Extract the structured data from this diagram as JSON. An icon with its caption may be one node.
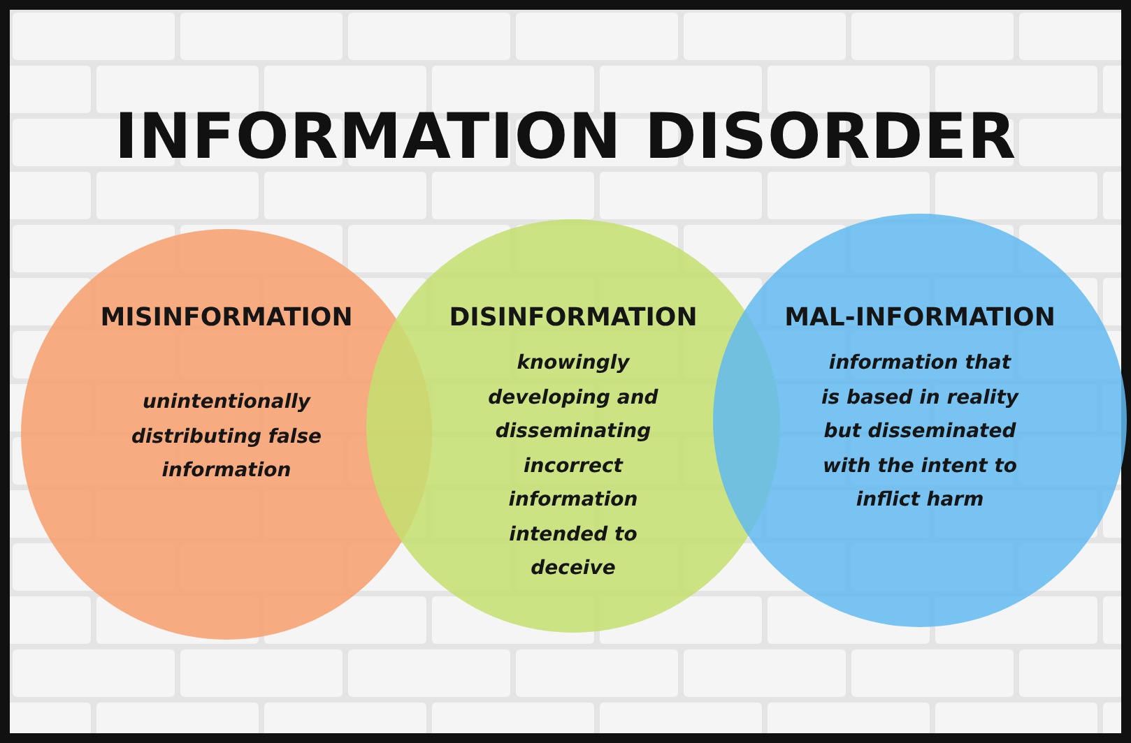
{
  "diagram": {
    "title": "INFORMATION DISORDER",
    "nodes": [
      {
        "text": [
          "MISINFORMATION",
          "unintentionally distributing false information"
        ]
      },
      {
        "text": [
          "DISINFORMATION",
          "knowingly developing and disseminating incorrect information intended to deceive"
        ]
      },
      {
        "text": [
          "MAL-INFORMATION",
          "information that is based in reality but disseminated with the intent to inflict harm"
        ]
      }
    ]
  }
}
